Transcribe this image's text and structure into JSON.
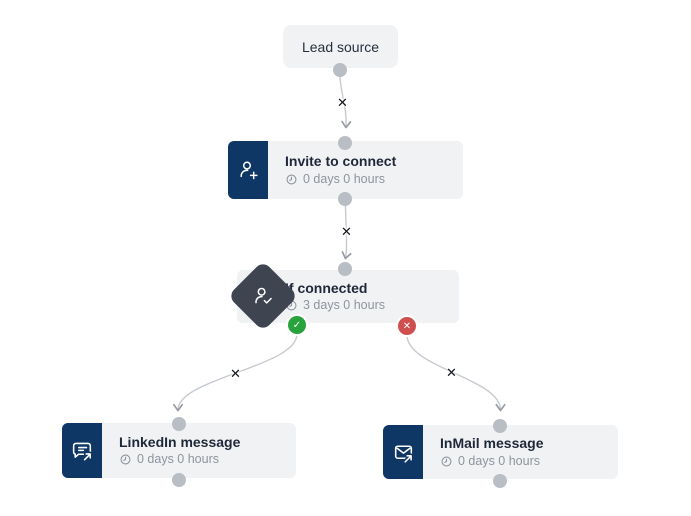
{
  "canvas": {
    "name": "campaign-workflow-canvas",
    "background": "#ffffff"
  },
  "nodes": [
    {
      "id": "lead-source",
      "title": "Lead source"
    },
    {
      "id": "invite-to-connect",
      "title": "Invite to connect",
      "delay": "0 days 0 hours",
      "icon": "user-plus-icon"
    },
    {
      "id": "if-connected",
      "title": "If connected",
      "delay": "3 days 0 hours",
      "icon": "user-check-icon",
      "shape": "diamond"
    },
    {
      "id": "linkedin-message",
      "title": "LinkedIn message",
      "delay": "0 days 0 hours",
      "icon": "chat-message-send-icon"
    },
    {
      "id": "inmail-message",
      "title": "InMail message",
      "delay": "0 days 0 hours",
      "icon": "envelope-send-icon"
    }
  ],
  "handles": {
    "yes_glyph": "✓",
    "no_glyph": "✕"
  },
  "edges": {
    "delete_glyph": "✕",
    "count": 4
  },
  "colors": {
    "node_bg": "#f1f2f4",
    "accent_navy": "#0f3766",
    "diamond_slate": "#3e4450",
    "yes_green": "#27a23c",
    "no_red": "#cf4f4f",
    "connector_dot": "#b9bdc4",
    "edge_line": "#c6cacf",
    "title_text": "#1e2838",
    "delay_text": "#8e949d"
  }
}
